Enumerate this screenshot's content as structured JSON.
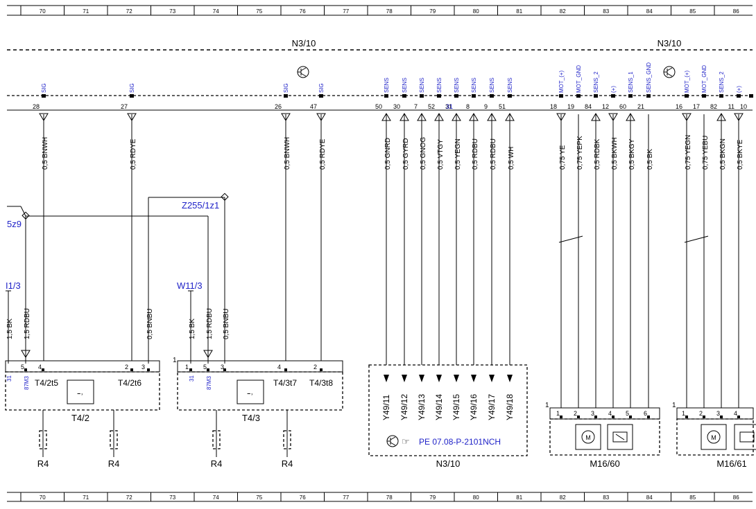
{
  "ruler": [
    "70",
    "71",
    "72",
    "73",
    "74",
    "75",
    "76",
    "77",
    "78",
    "79",
    "80",
    "81",
    "82",
    "83",
    "84",
    "85",
    "86"
  ],
  "headers": {
    "left": "N3/10",
    "right": "N3/10"
  },
  "pins": [
    {
      "num": "28",
      "sig": "SIG",
      "wire": "0,5 BNWH",
      "dir": "down"
    },
    {
      "num": "27",
      "sig": "SIG",
      "wire": "0,5 RDYE",
      "dir": "down"
    },
    {
      "num": "26",
      "sig": "SIG",
      "wire": "0,5 BNWH",
      "dir": "down"
    },
    {
      "num": "47",
      "sig": "SIG",
      "wire": "0,5 RDYE",
      "dir": "down"
    },
    {
      "num": "50",
      "sig": "SENS",
      "wire": "0,5 GNRD",
      "dir": "up"
    },
    {
      "num": "30",
      "sig": "SENS",
      "wire": "0,5 GYRD",
      "dir": "up"
    },
    {
      "num": "7",
      "sig": "SENS",
      "wire": "0,5 GNOG",
      "dir": "up"
    },
    {
      "num": "52",
      "sig": "SENS",
      "wire": "0,5 VTGY",
      "dir": "up"
    },
    {
      "num": "31",
      "sig": "SENS",
      "wire": "0,5 YEGN",
      "dir": "up"
    },
    {
      "num": "8",
      "sig": "SENS",
      "wire": "0,5 RDBU",
      "dir": "up"
    },
    {
      "num": "9",
      "sig": "SENS",
      "wire": "0,5 RDBU",
      "dir": "up"
    },
    {
      "num": "51",
      "sig": "SENS",
      "wire": "0,5 WH",
      "dir": "up"
    },
    {
      "num": "18",
      "sig": "MOT_(+)",
      "wire": "0,75 YE",
      "dir": "down"
    },
    {
      "num": "19",
      "sig": "MOT_GND",
      "wire": "0,75 YEPK",
      "dir": "none"
    },
    {
      "num": "84",
      "sig": "SENS_2",
      "wire": "0,5 RDBK",
      "dir": "up"
    },
    {
      "num": "12",
      "sig": "(+)",
      "wire": "0,5 BKWH",
      "dir": "down"
    },
    {
      "num": "60",
      "sig": "SENS_1",
      "wire": "0,5 BKGY",
      "dir": "up"
    },
    {
      "num": "21",
      "sig": "SENS_GND",
      "wire": "0,5 BK",
      "dir": "none"
    },
    {
      "num": "16",
      "sig": "MOT_(+)",
      "wire": "0,75 YEGN",
      "dir": "down"
    },
    {
      "num": "17",
      "sig": "MOT_GND",
      "wire": "0,75 YEBU",
      "dir": "none"
    },
    {
      "num": "82",
      "sig": "SENS_2",
      "wire": "0,5 BKGN",
      "dir": "up"
    },
    {
      "num": "11",
      "sig": "(+)",
      "wire": "0,5 BKYE",
      "dir": "down"
    },
    {
      "num": "10",
      "sig": "",
      "wire": "",
      "dir": "none"
    }
  ],
  "pin31_note": "31",
  "mid": {
    "z5z9": "5z9",
    "z255": "Z255/1z1",
    "w11_left": "I1/3",
    "w11_right": "W11/3",
    "bk15": "1,5 BK",
    "rdbu15": "1,5 RDBU",
    "bnbu05": "0,5 BNBU",
    "one": "1"
  },
  "t42": {
    "pin_nums": [
      "5",
      "4",
      "2",
      "3"
    ],
    "label_31": "31",
    "label_87m3": "87M3",
    "t5": "T4/2t5",
    "t6": "T4/2t6",
    "name": "T4/2",
    "r4": [
      "R4",
      "R4"
    ]
  },
  "t43": {
    "pin_nums": [
      "1",
      "5",
      "3",
      "4",
      "2"
    ],
    "label_31": "31",
    "label_87m3": "87M3",
    "t7": "T4/3t7",
    "t8": "T4/3t8",
    "name": "T4/3",
    "r4": [
      "R4",
      "R4"
    ]
  },
  "y49": {
    "labels": [
      "Y49/11",
      "Y49/12",
      "Y49/13",
      "Y49/14",
      "Y49/15",
      "Y49/16",
      "Y49/17",
      "Y49/18"
    ],
    "ref": "PE 07.08-P-2101NCH",
    "name": "N3/10"
  },
  "m1660": {
    "pin_nums": [
      "1",
      "2",
      "3",
      "4",
      "5",
      "6"
    ],
    "one": "1",
    "name": "M16/60"
  },
  "m1661": {
    "pin_nums": [
      "1",
      "2",
      "3",
      "4"
    ],
    "one": "1",
    "name": "M16/61"
  }
}
